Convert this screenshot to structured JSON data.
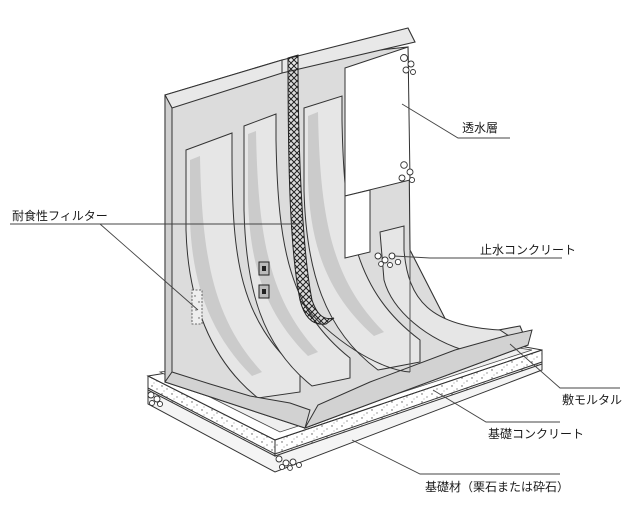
{
  "labels": {
    "permeable_layer": "透水層",
    "corrosion_filter": "耐食性フィルター",
    "water_stop_concrete": "止水コンクリート",
    "bedding_mortar": "敷モルタル",
    "base_concrete": "基礎コンクリート",
    "base_material": "基礎材（栗石または砕石）"
  },
  "colors": {
    "concrete": "#dcdcdc",
    "concrete_dark": "#c7c7c7",
    "concrete_light": "#e9e9e9",
    "outline": "#333333",
    "joint": "#555555",
    "base_concrete": "#ffffff",
    "leader": "#444444"
  }
}
